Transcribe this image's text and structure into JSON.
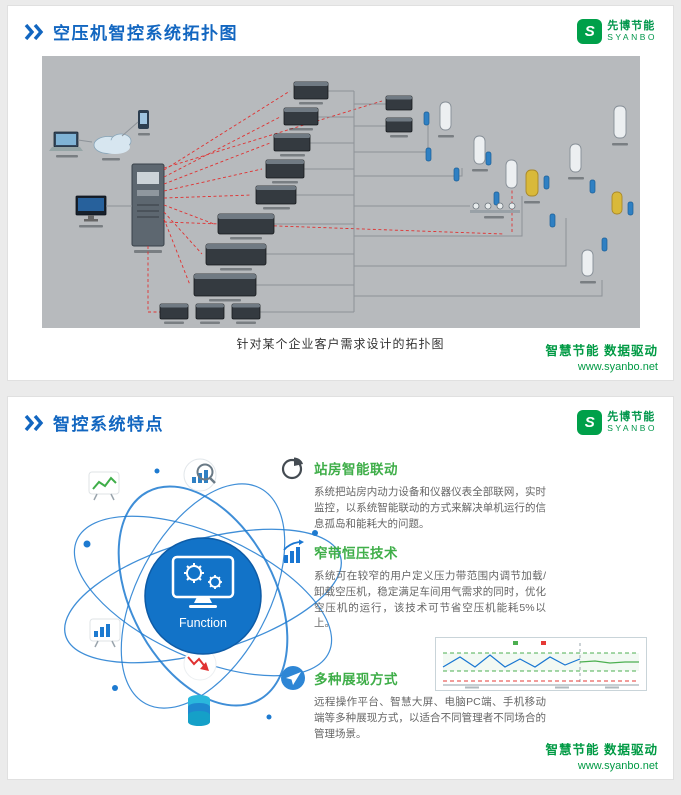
{
  "brand": {
    "name": "先博节能",
    "sub": "SYANBO",
    "initial": "S"
  },
  "footer": {
    "slogan": "智慧节能 数据驱动",
    "url": "www.syanbo.net"
  },
  "slide1": {
    "title": "空压机智控系统拓扑图",
    "caption": "针对某个企业客户需求设计的拓扑图"
  },
  "slide2": {
    "title": "智控系统特点",
    "center_label": "Function",
    "features": [
      {
        "title": "站房智能联动",
        "text": "系统把站房内动力设备和仪器仪表全部联网，实时监控，以系统智能联动的方式来解决单机运行的信息孤岛和能耗大的问题。"
      },
      {
        "title": "窄带恒压技术",
        "text": "系统可在较窄的用户定义压力带范围内调节加载/卸载空压机，稳定满足车间用气需求的同时，优化空压机的运行，该技术可节省空压机能耗5%以上。"
      },
      {
        "title": "多种展现方式",
        "text": "远程操作平台、智慧大屏、电脑PC端、手机移动端等多种展现方式，以适合不同管理者不同场合的管理场景。"
      }
    ]
  },
  "colors": {
    "title_blue": "#1266c0",
    "brand_green": "#009a44",
    "feature_green": "#3fae49",
    "diagram_bg": "#b7babd",
    "accent_blue": "#1d7ad0"
  }
}
